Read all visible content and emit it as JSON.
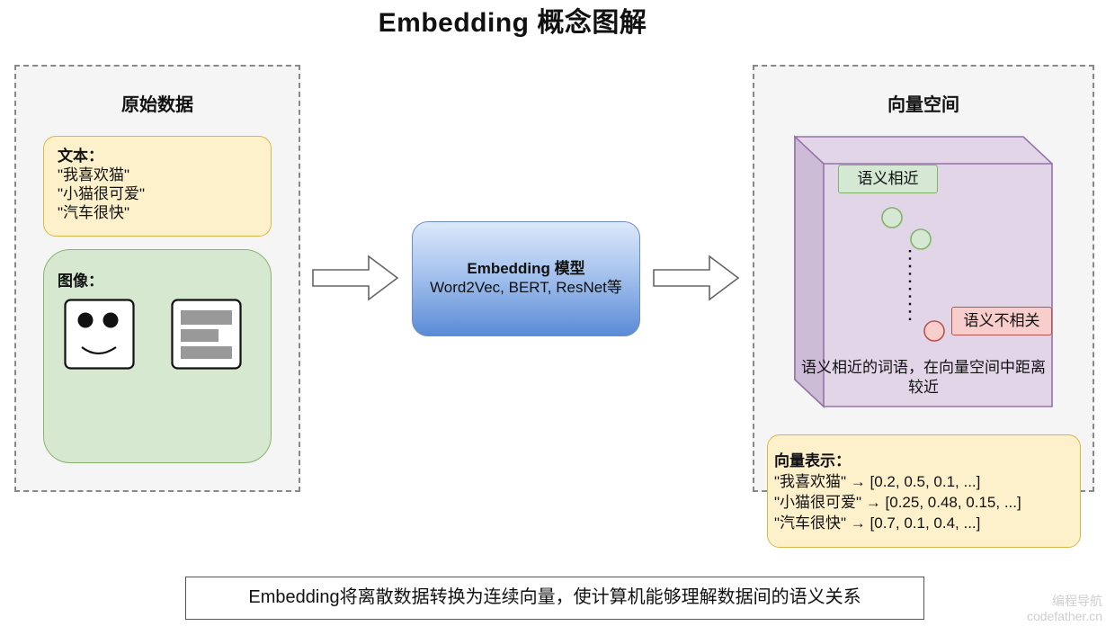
{
  "title": "Embedding 概念图解",
  "left_panel": {
    "title": "原始数据",
    "text_box": {
      "heading": "文本：",
      "lines": [
        "\"我喜欢猫\"",
        "\"小猫很可爱\"",
        "\"汽车很快\""
      ]
    },
    "image_box": {
      "heading": "图像："
    }
  },
  "model": {
    "title": "Embedding 模型",
    "subtitle": "Word2Vec, BERT, ResNet等"
  },
  "right_panel": {
    "title": "向量空间",
    "similar_tag": "语义相近",
    "unrelated_tag": "语义不相关",
    "caption_line1": "语义相近的词语，在向量空间中距离",
    "caption_line2": "较近"
  },
  "vector_box": {
    "heading": "向量表示：",
    "lines": [
      "\"我喜欢猫\" → [0.2, 0.5, 0.1, ...]",
      "\"小猫很可爱\" → [0.25, 0.48, 0.15, ...]",
      "\"汽车很快\" → [0.7, 0.1, 0.4, ...]"
    ]
  },
  "footer": "Embedding将离散数据转换为连续向量，使计算机能够理解数据间的语义关系",
  "watermark": {
    "line1": "编程导航",
    "line2": "codefather.cn"
  },
  "colors": {
    "panel_bg": "#f5f5f5",
    "yellow_fill": "#fdf1cc",
    "green_fill": "#d7e8d1",
    "cube_fill": "#e1d5e7",
    "cube_stroke": "#9673a6",
    "model_fill": "#7ea6e0"
  }
}
